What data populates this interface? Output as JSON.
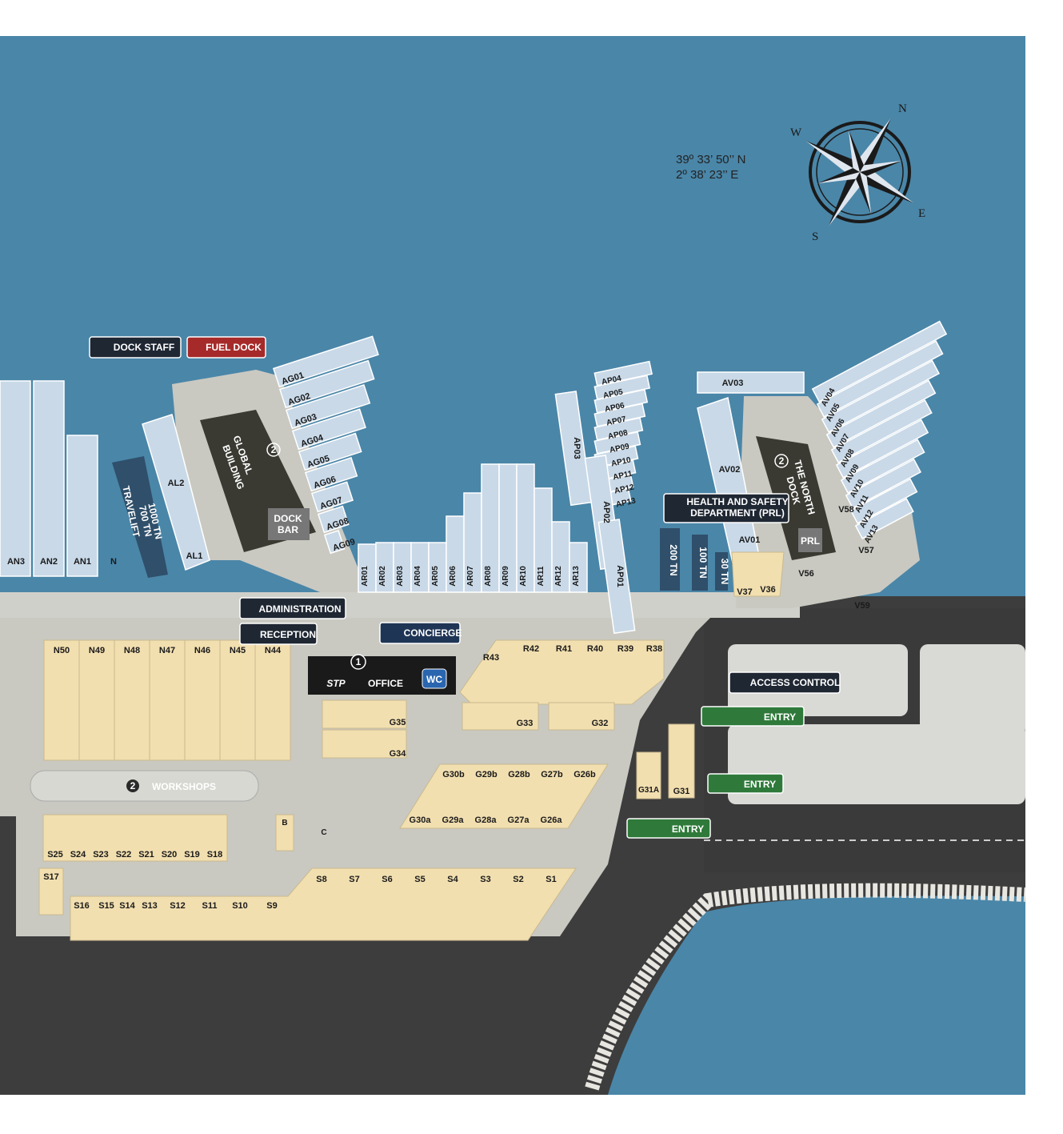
{
  "coordinates": {
    "lat": "39º 33’ 50’’ N",
    "lon": "2º 38’ 23’’ E"
  },
  "compass": {
    "n": "N",
    "e": "E",
    "s": "S",
    "w": "W"
  },
  "signs": {
    "dock_staff": "DOCK STAFF",
    "fuel_dock": "FUEL DOCK",
    "administration": "ADMINISTRATION",
    "reception": "RECEPTION",
    "concierge": "CONCIERGE",
    "health_safety_1": "HEALTH AND SAFETY",
    "health_safety_2": "DEPARTMENT (PRL)",
    "access_control": "ACCESS CONTROL",
    "entry_vehicle": "ENTRY",
    "entry_pedestrian": "ENTRY",
    "entry_truck": "ENTRY"
  },
  "buildings": {
    "global_1": "GLOBAL",
    "global_2": "BUILDING",
    "north_dock_1": "THE NORTH",
    "north_dock_2": "DOCK",
    "dock_bar_1": "DOCK",
    "dock_bar_2": "BAR",
    "office_logo": "STP",
    "office": "OFFICE",
    "wc": "WC",
    "workshops": "WORKSHOPS",
    "prl": "PRL",
    "travelift_1": "TRAVELIFT",
    "travelift_2": "700 TN",
    "travelift_3": "1000 TN",
    "lift_200": "200 TN",
    "lift_100": "100 TN",
    "lift_30": "30 TN",
    "num_1": "1",
    "num_2": "2"
  },
  "labels": {
    "ag": [
      "AG01",
      "AG02",
      "AG03",
      "AG04",
      "AG05",
      "AG06",
      "AG07",
      "AG08",
      "AG09"
    ],
    "ap": [
      "AP04",
      "AP05",
      "AP06",
      "AP07",
      "AP08",
      "AP09",
      "AP10",
      "AP11",
      "AP12",
      "AP13"
    ],
    "av": [
      "AV04",
      "AV05",
      "AV06",
      "AV07",
      "AV08",
      "AV09",
      "AV10",
      "AV11",
      "AV12",
      "AV13"
    ],
    "ar": [
      "AR01",
      "AR02",
      "AR03",
      "AR04",
      "AR05",
      "AR06",
      "AR07",
      "AR08",
      "AR09",
      "AR10",
      "AR11",
      "AR12",
      "AR13"
    ],
    "an": [
      "AN3",
      "AN2",
      "AN1",
      "N"
    ],
    "al": [
      "AL2",
      "AL1"
    ],
    "ap_side": [
      "AP03",
      "AP02",
      "AP01"
    ],
    "av_side": [
      "AV03",
      "AV02",
      "AV01"
    ],
    "n_row": [
      "N50",
      "N49",
      "N48",
      "N47",
      "N46",
      "N45",
      "N44"
    ],
    "r_row": [
      "R43",
      "R42",
      "R41",
      "R40",
      "R39",
      "R38"
    ],
    "g_top": [
      "G35",
      "G34",
      "G33",
      "G32"
    ],
    "g_b": [
      "G30b",
      "G29b",
      "G28b",
      "G27b",
      "G26b"
    ],
    "g_a": [
      "G30a",
      "G29a",
      "G28a",
      "G27a",
      "G26a"
    ],
    "g31": [
      "G31A",
      "G31"
    ],
    "s_low": [
      "S25",
      "S24",
      "S23",
      "S22",
      "S21",
      "S20",
      "S19",
      "S18"
    ],
    "s_mid": [
      "S16",
      "S15",
      "S14",
      "S13",
      "S12",
      "S11",
      "S10",
      "S9"
    ],
    "s_up": [
      "S8",
      "S7",
      "S6",
      "S5",
      "S4",
      "S3",
      "S2",
      "S1"
    ],
    "s17": "S17",
    "b": "B",
    "c": "C",
    "v_row": [
      "V37",
      "V36",
      "V56",
      "V57",
      "V58",
      "V59"
    ]
  }
}
